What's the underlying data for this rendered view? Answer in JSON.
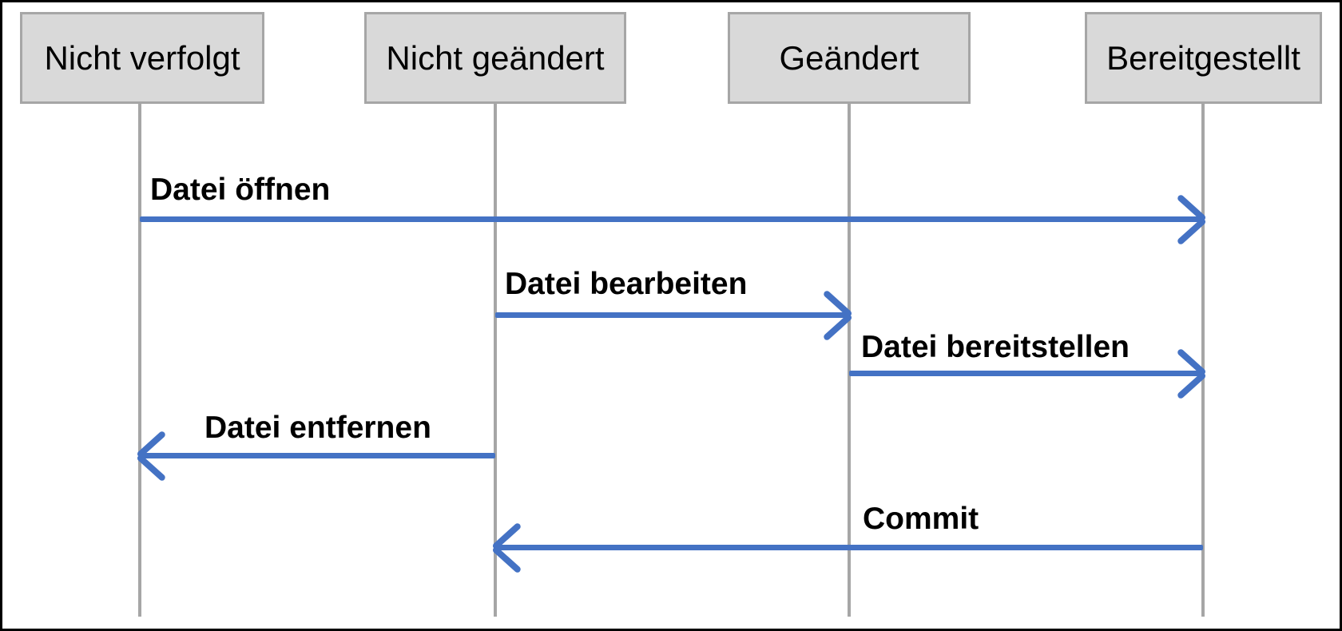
{
  "diagram": {
    "type": "state-transition-sequence-diagram",
    "subject": "Git file status lifecycle",
    "states": [
      {
        "label": "Nicht verfolgt"
      },
      {
        "label": "Nicht geändert"
      },
      {
        "label": "Geändert"
      },
      {
        "label": "Bereitgestellt"
      }
    ],
    "transitions": [
      {
        "label": "Datei öffnen",
        "from": "Nicht verfolgt",
        "to": "Bereitgestellt",
        "direction": "right"
      },
      {
        "label": "Datei bearbeiten",
        "from": "Nicht geändert",
        "to": "Geändert",
        "direction": "right"
      },
      {
        "label": "Datei bereitstellen",
        "from": "Geändert",
        "to": "Bereitgestellt",
        "direction": "right"
      },
      {
        "label": "Datei entfernen",
        "from": "Nicht geändert",
        "to": "Nicht verfolgt",
        "direction": "left"
      },
      {
        "label": "Commit",
        "from": "Bereitgestellt",
        "to": "Nicht geändert",
        "direction": "left"
      }
    ],
    "colors": {
      "arrow": "#4472c4",
      "state_fill": "#d9d9d9",
      "state_border": "#a6a6a6",
      "lifeline": "#a6a6a6",
      "text": "#000000",
      "frame": "#000000"
    }
  }
}
